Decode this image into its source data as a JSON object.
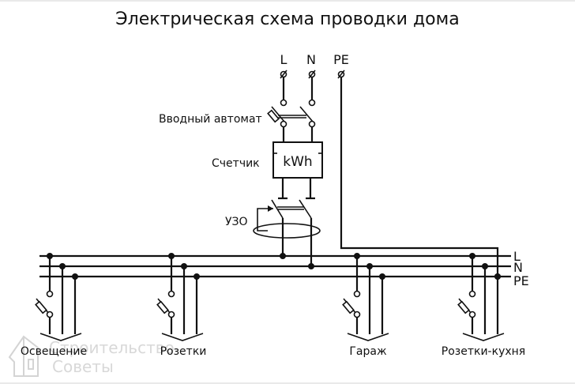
{
  "title": "Электрическая схема проводки дома",
  "supply_terminals": [
    "L",
    "N",
    "PE"
  ],
  "components": {
    "main_breaker": "Вводный автомат",
    "meter": "Счетчик",
    "meter_unit": "kWh",
    "rcd": "УЗО"
  },
  "bus_labels": [
    "L",
    "N",
    "PE"
  ],
  "circuits": [
    {
      "label": "Освещение"
    },
    {
      "label": "Розетки"
    },
    {
      "label": "Гараж"
    },
    {
      "label": "Розетки-кухня"
    }
  ],
  "watermark": {
    "line1": "Строительство",
    "line2": "Советы"
  }
}
